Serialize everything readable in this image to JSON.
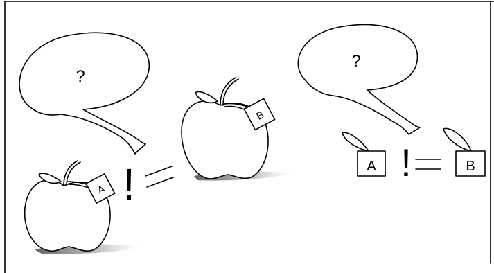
{
  "left_scene": {
    "bubble_text": "?",
    "apple_a_tag": "A",
    "apple_b_tag": "B",
    "operator_bang": "!",
    "operator_equals": "="
  },
  "right_scene": {
    "bubble_text": "?",
    "box_a_label": "A",
    "box_b_label": "B",
    "operator_bang": "!",
    "operator_equals": "="
  }
}
